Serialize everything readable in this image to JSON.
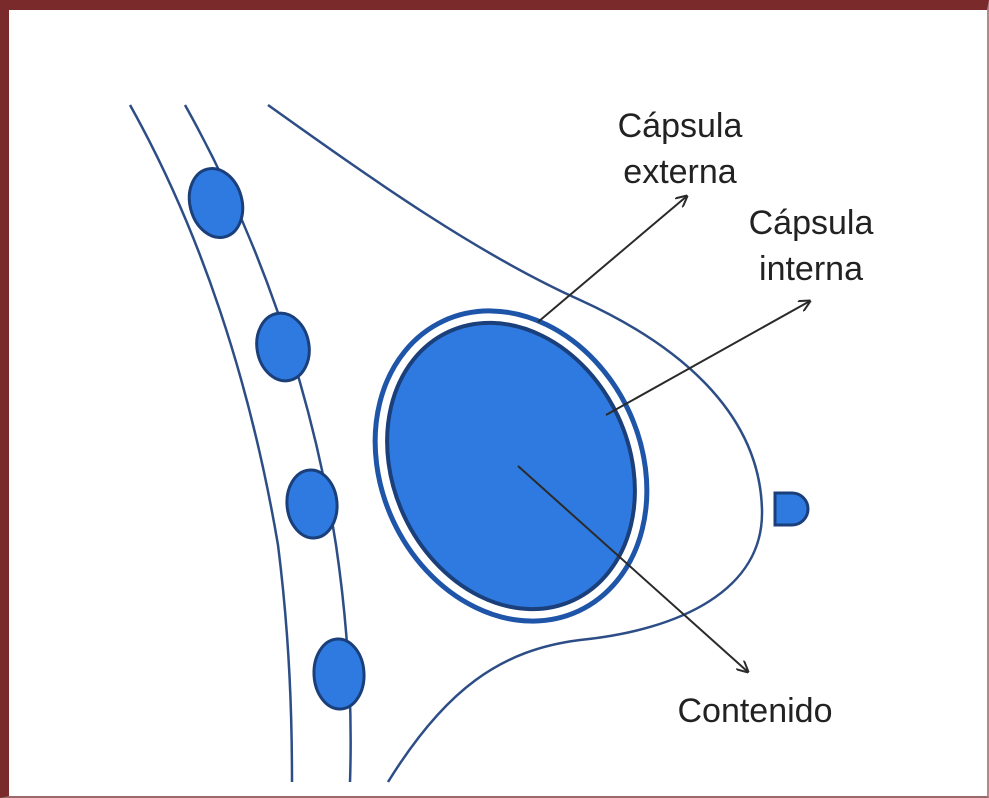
{
  "labels": {
    "outer_capsule": [
      "Cápsula",
      "externa"
    ],
    "inner_capsule": [
      "Cápsula",
      "interna"
    ],
    "content": "Contenido"
  },
  "colors": {
    "fill": "#2f7ae0",
    "stroke": "#1a3f7a",
    "line": "#2d4d86",
    "arrow": "#2a2a2a",
    "frame": "#7a2a2a"
  }
}
